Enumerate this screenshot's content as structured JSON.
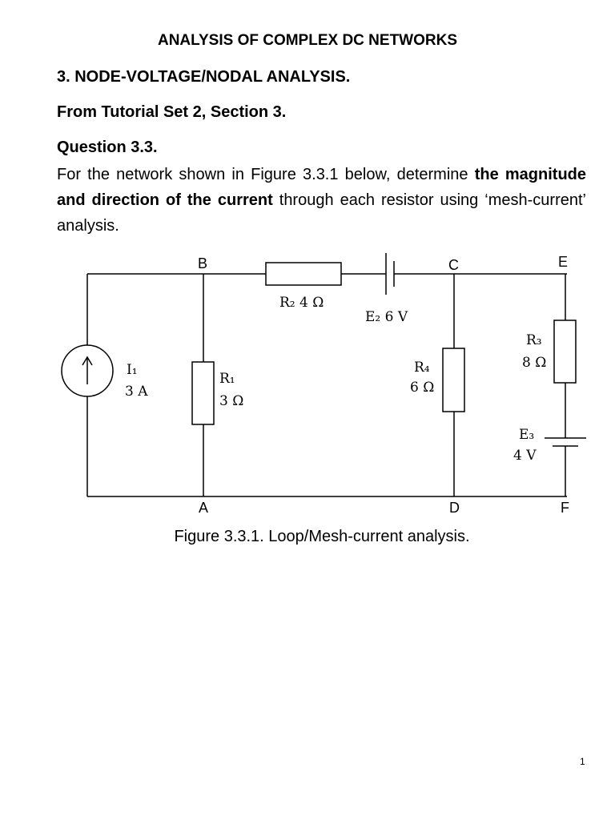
{
  "document": {
    "title": "ANALYSIS OF COMPLEX DC NETWORKS",
    "heading_section": "3. NODE-VOLTAGE/NODAL ANALYSIS.",
    "heading_source": "From Tutorial Set 2, Section 3.",
    "heading_question": "Question 3.3.",
    "paragraph": {
      "part1": "For the network shown in Figure 3.3.1 below, determine ",
      "bold": "the magnitude and direction of the current",
      "part2": " through each resistor using ‘mesh-current’ analysis."
    },
    "caption": "Figure 3.3.1. Loop/Mesh-current analysis.",
    "page_number": "1"
  },
  "circuit": {
    "nodes": {
      "B": "B",
      "C": "C",
      "E": "E",
      "A": "A",
      "D": "D",
      "F": "F"
    },
    "I1": {
      "name": "I₁",
      "value": "3 A"
    },
    "R1": {
      "name": "R₁",
      "value": "3 Ω"
    },
    "R2": {
      "label": "R₂ 4 Ω"
    },
    "E2": {
      "label": "E₂ 6 V"
    },
    "R4": {
      "name": "R₄",
      "value": "6 Ω"
    },
    "R3": {
      "name": "R₃",
      "value": "8 Ω"
    },
    "E3": {
      "name": "E₃",
      "value": "4 V"
    }
  }
}
